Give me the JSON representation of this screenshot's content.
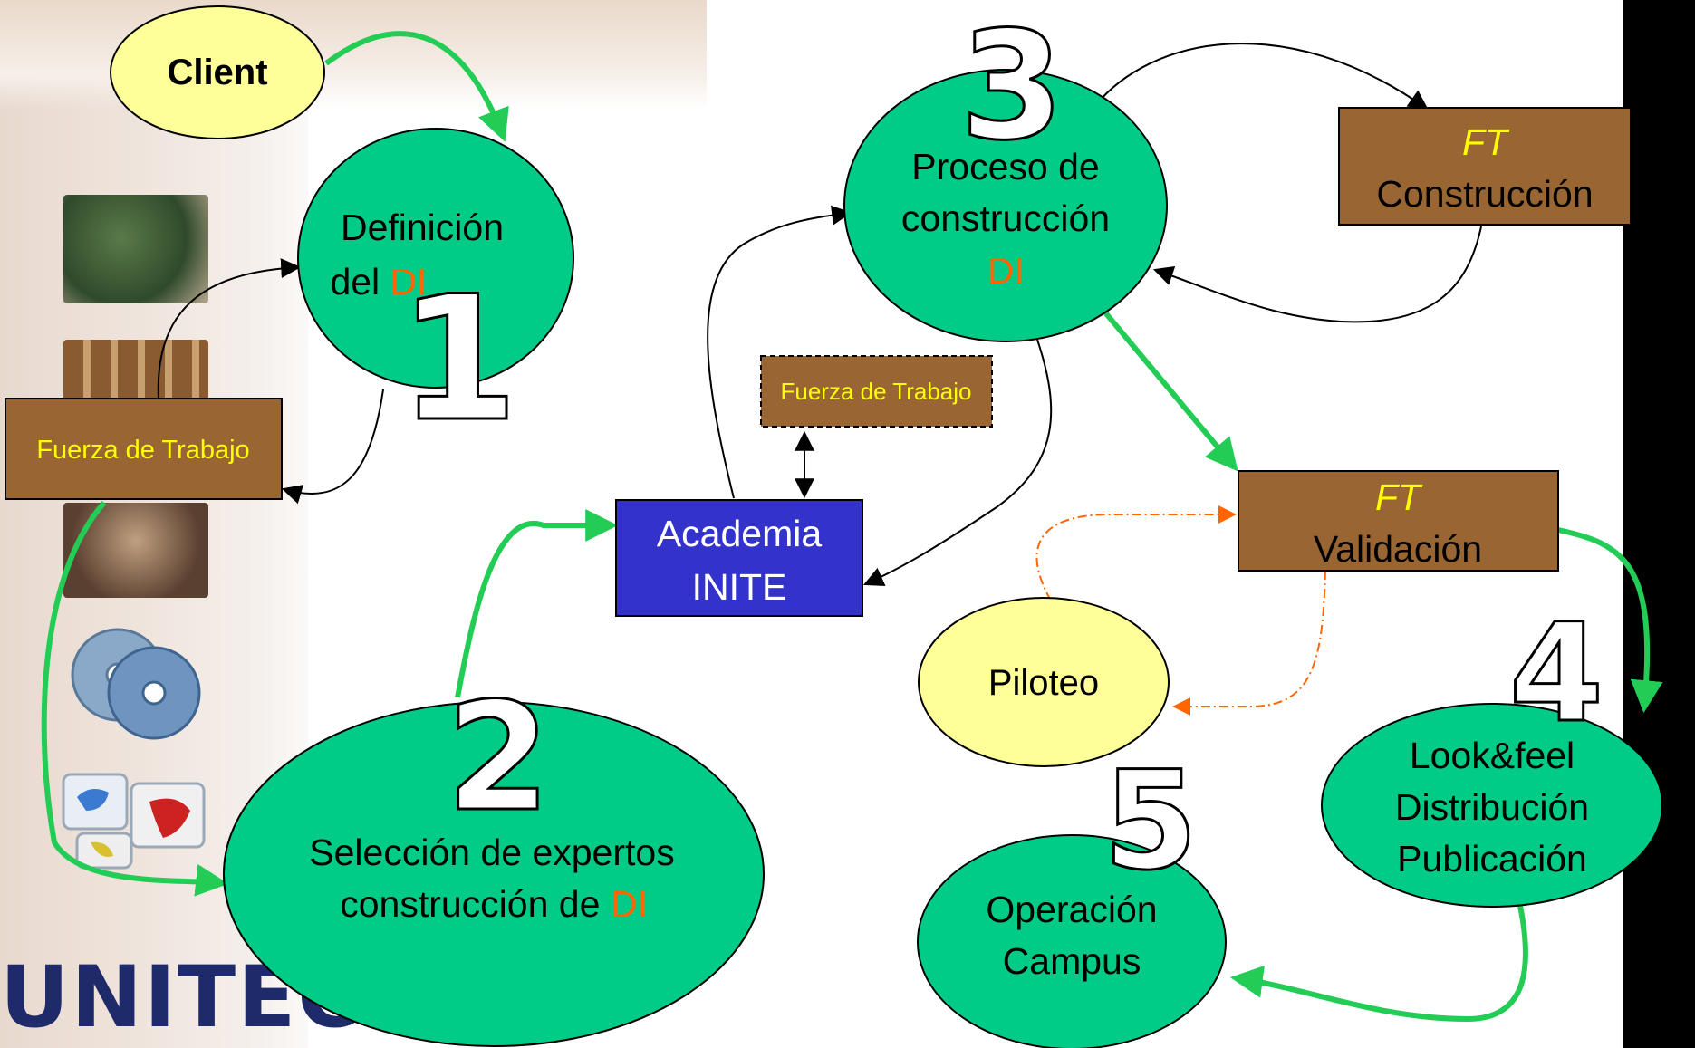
{
  "nodes": {
    "client": "Client",
    "definicion_line1": "Definición",
    "definicion_line2_prefix": "del ",
    "definicion_di": "DI",
    "proceso_line1": "Proceso de",
    "proceso_line2": "construcción",
    "proceso_di": "DI",
    "ft_construccion_ft": "FT",
    "ft_construccion_label": "Construcción",
    "fuerza_left": "Fuerza de Trabajo",
    "fuerza_center": "Fuerza de Trabajo",
    "academia_line1": "Academia",
    "academia_line2": "INITE",
    "ft_validacion_ft": "FT",
    "ft_validacion_label": "Validación",
    "piloteo": "Piloteo",
    "seleccion_line1": "Selección de expertos",
    "seleccion_line2_prefix": "construcción de ",
    "seleccion_di": "DI",
    "look_line1": "Look&feel",
    "look_line2": "Distribución",
    "look_line3": "Publicación",
    "operacion_line1": "Operación",
    "operacion_line2": "Campus"
  },
  "step_numbers": {
    "one": "1",
    "two": "2",
    "three": "3",
    "four": "4",
    "five": "5"
  },
  "logo_text": "UNITEC",
  "colors": {
    "process_green": "#00CC88",
    "card_brown": "#996633",
    "ellipse_yellow": "#FFFF99",
    "academia_blue": "#3333CC",
    "di_orange": "#FF6600",
    "ft_yellow": "#FFFF00",
    "arrow_green": "#22CC55",
    "dashed_orange": "#FF6600"
  }
}
